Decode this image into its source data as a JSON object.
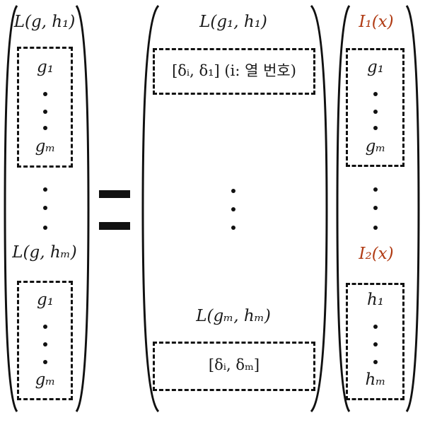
{
  "equation": {
    "left_vector": {
      "block1": {
        "title": "L(g, h₁)",
        "entries": {
          "first": "g₁",
          "last": "gₘ"
        }
      },
      "block2": {
        "title": "L(g, hₘ)",
        "entries": {
          "first": "g₁",
          "last": "gₘ"
        }
      }
    },
    "middle_vector": {
      "row1": {
        "title": "L(g₁, h₁)",
        "content": "[δᵢ, δ₁] (i: 열 번호)"
      },
      "row2": {
        "title": "L(gₘ, hₘ)",
        "content": "[δᵢ, δₘ]"
      }
    },
    "right_vector": {
      "block1": {
        "title": "I₁(x)",
        "entries": {
          "first": "g₁",
          "last": "gₘ"
        }
      },
      "block2": {
        "title": "I₂(x)",
        "entries": {
          "first": "h₁",
          "last": "hₘ"
        }
      }
    }
  },
  "colors": {
    "ink": "#111111",
    "highlight": "#b03a12"
  }
}
